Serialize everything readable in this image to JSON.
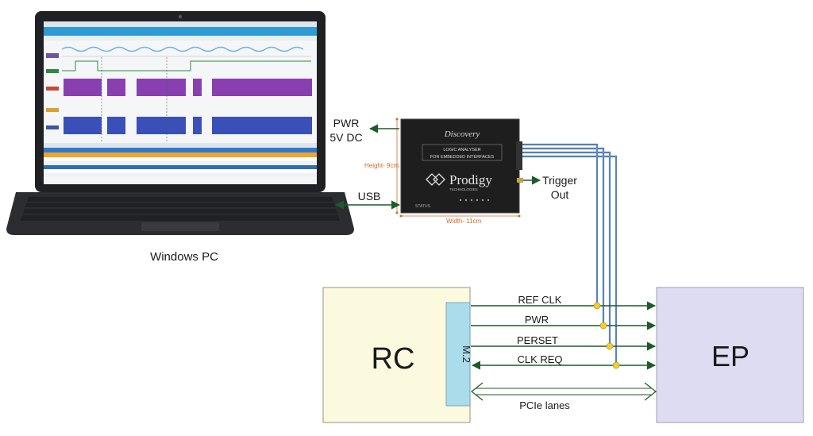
{
  "laptop": {
    "caption": "Windows PC"
  },
  "analyzer": {
    "brand_script": "Discovery",
    "subtitle_line1": "LOGIC ANALYSER",
    "subtitle_line2": "FOR EMBEDDED INTERFACES",
    "logo_name": "Prodigy",
    "logo_sub": "TECHNOLOGIES",
    "status_label": "STATUS",
    "height_dim": "Height- 9cm",
    "width_dim": "Width- 11cm",
    "pwr_label_1": "PWR",
    "pwr_label_2": "5V DC",
    "usb_label": "USB",
    "trigger_label_1": "Trigger",
    "trigger_label_2": "Out"
  },
  "blocks": {
    "rc": "RC",
    "m2": "M.2",
    "ep": "EP"
  },
  "signals": [
    {
      "name": "REF CLK",
      "direction": "to-ep"
    },
    {
      "name": "PWR",
      "direction": "to-ep"
    },
    {
      "name": "PERSET",
      "direction": "to-ep"
    },
    {
      "name": "CLK REQ",
      "direction": "bidirectional"
    }
  ],
  "pcie": {
    "label": "PCIe lanes"
  },
  "colors": {
    "rc_fill": "#fbfadf",
    "m2_fill": "#aadcec",
    "ep_fill": "#dddcf2",
    "arrow_green": "#1e5a2a",
    "probe_blue": "#3c6aa8",
    "tap_yellow": "#f2cf2a",
    "analyzer_body": "#1e1e1e",
    "dimension_orange": "#d06a28"
  }
}
